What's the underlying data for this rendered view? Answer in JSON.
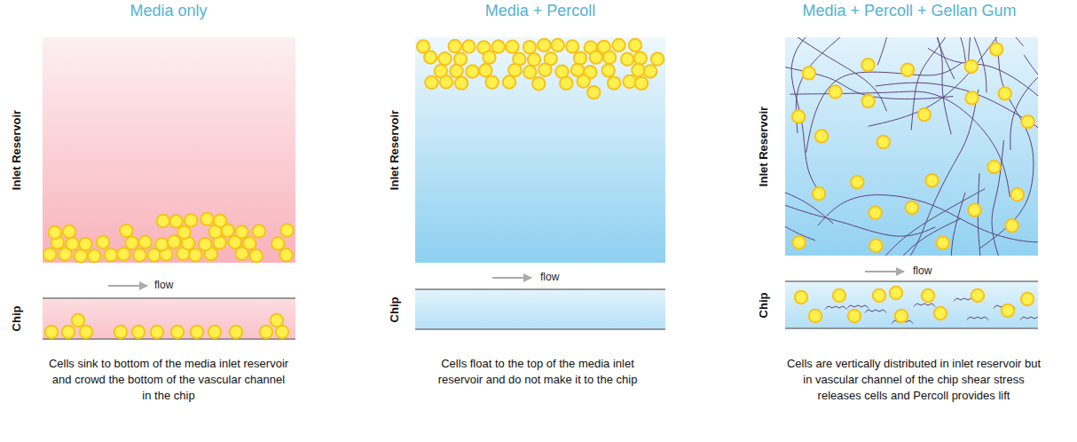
{
  "diagram": {
    "nodes": [
      {
        "text": [
          "Inlet Reservoir"
        ]
      },
      {
        "text": [
          "Chip"
        ]
      },
      {
        "text": [
          "Inlet Reservoir"
        ]
      },
      {
        "text": [
          "Chip"
        ]
      },
      {
        "text": [
          "Inlet Reservoir"
        ]
      },
      {
        "text": [
          "Chip"
        ]
      }
    ],
    "labels": [
      "Media only",
      "Media + Percoll",
      "Media + Percoll + Gellan Gum",
      "flow",
      "flow",
      "flow",
      "Cells sink to bottom of the media inlet reservoir and crowd the bottom of the vascular channel in the chip",
      "Cells float to the top of the media inlet reservoir and do not make it to the chip",
      "Cells are vertically distributed in inlet reservoir but in vascular channel of the chip shear stress releases cells and Percoll provides lift"
    ]
  }
}
